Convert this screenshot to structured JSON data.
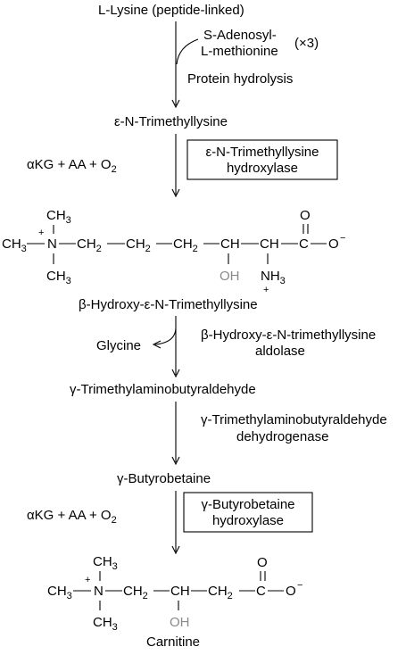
{
  "steps": {
    "lysine": "L-Lysine (peptide-linked)",
    "sam_line1": "S-Adenosyl-",
    "sam_line2": "L-methionine",
    "sam_mult": "(×3)",
    "protein_hydrolysis": "Protein hydrolysis",
    "tml": "ε-N-Trimethyllysine",
    "cofactors1": "αKG + AA + O",
    "cofactors1_sub": "2",
    "enzyme1_line1": "ε-N-Trimethyllysine",
    "enzyme1_line2": "hydroxylase",
    "hydroxy_tml": "β-Hydroxy-ε-N-Trimethyllysine",
    "glycine": "Glycine",
    "enzyme2_line1": "β-Hydroxy-ε-N-trimethyllysine",
    "enzyme2_line2": "aldolase",
    "aldehyde": "γ-Trimethylaminobutyraldehyde",
    "enzyme3_line1": "γ-Trimethylaminobutyraldehyde",
    "enzyme3_line2": "dehydrogenase",
    "butyrobetaine": "γ-Butyrobetaine",
    "cofactors2": "αKG + AA + O",
    "cofactors2_sub": "2",
    "enzyme4_line1": "γ-Butyrobetaine",
    "enzyme4_line2": "hydroxylase",
    "carnitine": "Carnitine"
  },
  "struct1": {
    "ch3_top": "CH",
    "ch3_top_sub": "3",
    "ch3_left": "CH",
    "ch3_left_sub": "3",
    "ch3_bottom": "CH",
    "ch3_bottom_sub": "3",
    "plus": "+",
    "n": "N",
    "ch2_a": "CH",
    "ch2_a_sub": "2",
    "ch2_b": "CH",
    "ch2_b_sub": "2",
    "ch2_c": "CH",
    "ch2_c_sub": "2",
    "ch_a": "CH",
    "ch_b": "CH",
    "c": "C",
    "o_dbl": "O",
    "o_minus": "O",
    "o_charge": "−",
    "oh": "OH",
    "nh3": "NH",
    "nh3_sub": "3",
    "nh3_plus": "+"
  },
  "struct2": {
    "ch3_top": "CH",
    "ch3_top_sub": "3",
    "ch3_left": "CH",
    "ch3_left_sub": "3",
    "ch3_bottom": "CH",
    "ch3_bottom_sub": "3",
    "plus": "+",
    "n": "N",
    "ch2_a": "CH",
    "ch2_a_sub": "2",
    "ch": "CH",
    "ch2_b": "CH",
    "ch2_b_sub": "2",
    "c": "C",
    "o_dbl": "O",
    "o_minus": "O",
    "o_charge": "−",
    "oh": "OH"
  }
}
